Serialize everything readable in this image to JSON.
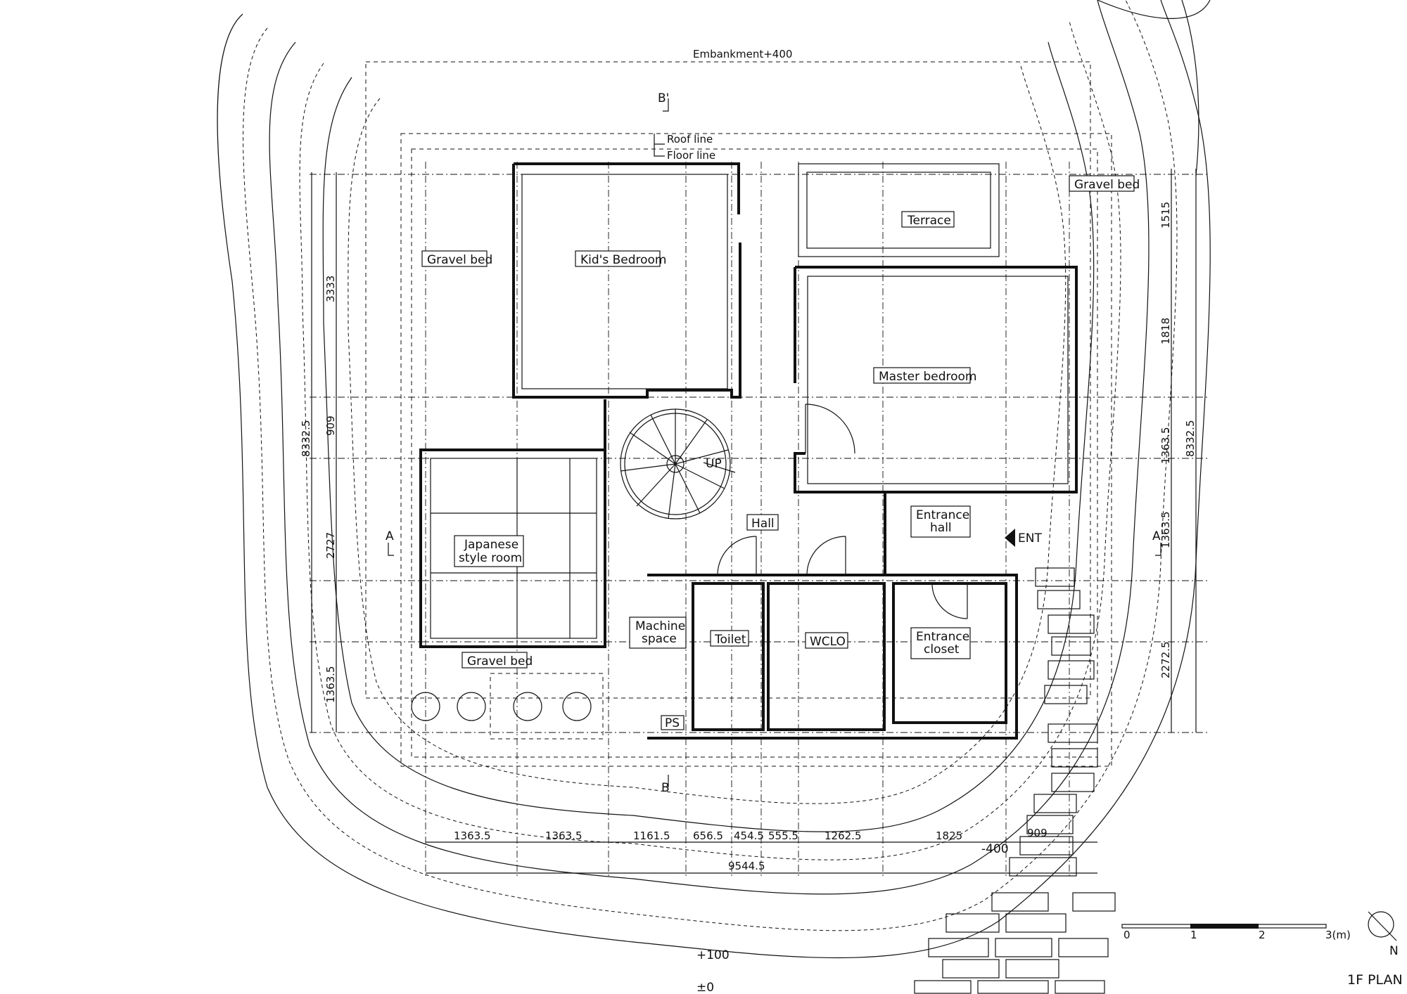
{
  "labels": {
    "embankment": "Embankment+400",
    "roof_line": "Roof line",
    "floor_line": "Floor line",
    "gravel_bed_left": "Gravel bed",
    "gravel_bed_right": "Gravel bed",
    "gravel_bed_bottom": "Gravel bed",
    "terrace": "Terrace",
    "kids_bedroom": "Kid's Bedroom",
    "master_bedroom": "Master bedroom",
    "japanese_room_line1": "Japanese",
    "japanese_room_line2": "style room",
    "hall": "Hall",
    "up": "UP",
    "entrance_hall_line1": "Entrance",
    "entrance_hall_line2": "hall",
    "ent": "ENT",
    "machine_space_line1": "Machine",
    "machine_space_line2": "space",
    "toilet": "Toilet",
    "wclo": "WCLO",
    "entrance_closet_line1": "Entrance",
    "entrance_closet_line2": "closet",
    "ps": "PS",
    "section_b_top": "B'",
    "section_b_bottom": "B",
    "section_a_left": "A",
    "section_a_right": "A'",
    "level_plus100": "+100",
    "level_zero": "±0",
    "level_minus400": "-400",
    "plan_title": "1F PLAN",
    "north": "N"
  },
  "dimensions": {
    "left_outer": "8332.5",
    "left_1": "3333",
    "left_2": "909",
    "left_3": "2727",
    "left_4": "1363.5",
    "right_outer": "8332.5",
    "right_1": "1515",
    "right_2": "1818",
    "right_3": "1363.5",
    "right_4": "1363.5",
    "right_5": "2272.5",
    "bottom_1": "1363.5",
    "bottom_2": "1363.5",
    "bottom_3": "1161.5",
    "bottom_4": "656.5",
    "bottom_5": "454.5",
    "bottom_6": "555.5",
    "bottom_7": "1262.5",
    "bottom_8": "1825",
    "bottom_9": "909",
    "bottom_total": "9544.5"
  },
  "scale_bar": {
    "ticks": [
      "0",
      "1",
      "2",
      "3(m)"
    ]
  }
}
